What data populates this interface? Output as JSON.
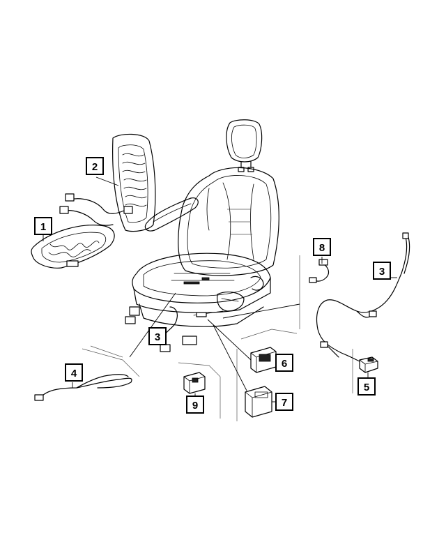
{
  "callouts": {
    "c1": "1",
    "c2": "2",
    "c3a": "3",
    "c3b": "3",
    "c4": "4",
    "c5": "5",
    "c6": "6",
    "c7": "7",
    "c8": "8",
    "c9": "9"
  }
}
